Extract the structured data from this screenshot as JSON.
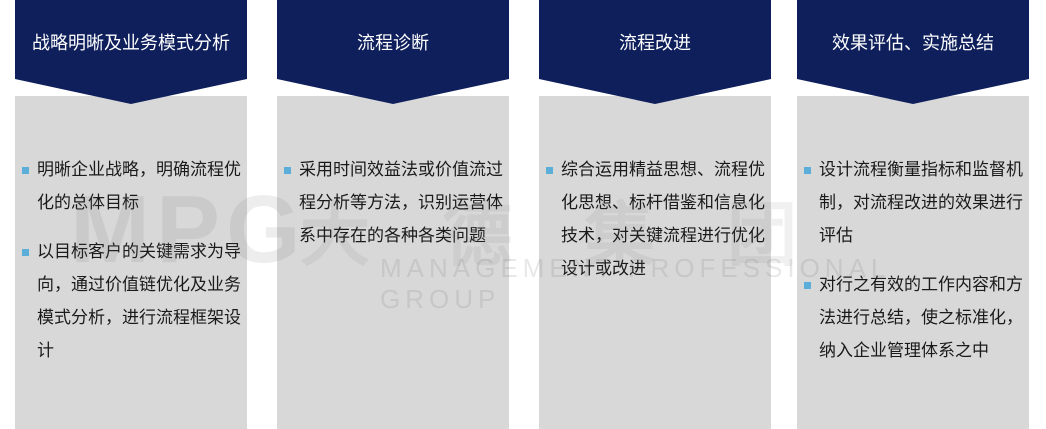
{
  "watermark": {
    "logo": "MPG",
    "cn": "大 德 集 团",
    "en": "MANAGEMENT PROFESSIONAL GROUP"
  },
  "columns": [
    {
      "title": "战略明晰及业务模式分析",
      "items": [
        "明晰企业战略，明确流程优化的总体目标",
        "以目标客户的关键需求为导向，通过价值链优化及业务模式分析，进行流程框架设计"
      ]
    },
    {
      "title": "流程诊断",
      "items": [
        "采用时间效益法或价值流过程分析等方法，识别运营体系中存在的各种各类问题"
      ]
    },
    {
      "title": "流程改进",
      "items": [
        "综合运用精益思想、流程优化思想、标杆借鉴和信息化技术，对关键流程进行优化设计或改进"
      ]
    },
    {
      "title": "效果评估、实施总结",
      "items": [
        "设计流程衡量指标和监督机制，对流程改进的效果进行评估",
        "对行之有效的工作内容和方法进行总结，使之标准化，纳入企业管理体系之中"
      ]
    }
  ],
  "colors": {
    "header": "#0e1f5b",
    "body": "#d8d8d8",
    "bullet": "#5aaed8"
  }
}
